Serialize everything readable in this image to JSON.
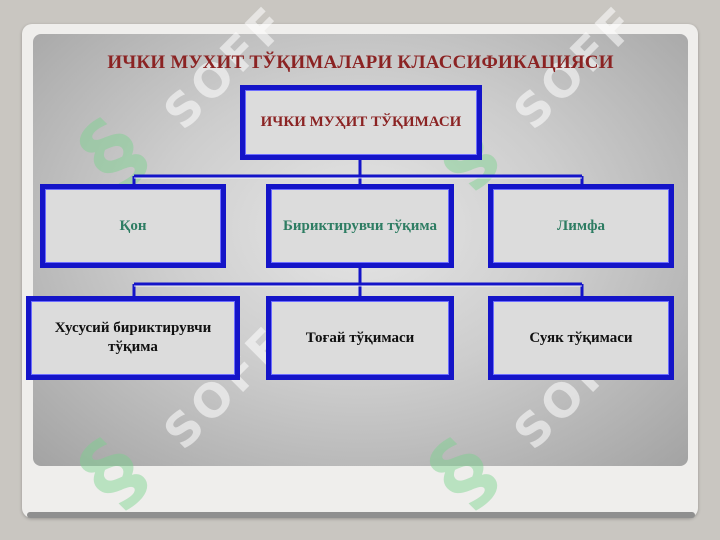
{
  "title": "ИЧКИ МУХИТ ТЎҚИМАЛАРИ КЛАССИФИКАЦИЯСИ",
  "root": {
    "label": "ИЧКИ МУҲИТ ТЎҚИМАСИ"
  },
  "level1": [
    {
      "label": "Қон"
    },
    {
      "label": "Бириктирувчи тўқима"
    },
    {
      "label": "Лимфа"
    }
  ],
  "level2": [
    {
      "label": "Хусусий бириктирувчи тўқима"
    },
    {
      "label": "Тоғай тўқимаси"
    },
    {
      "label": "Суяк тўқимаси"
    }
  ],
  "watermark": {
    "text": "SOFF"
  },
  "colors": {
    "border": "#1414c8",
    "title": "#8b2323",
    "level1_text": "#2e7d63"
  }
}
